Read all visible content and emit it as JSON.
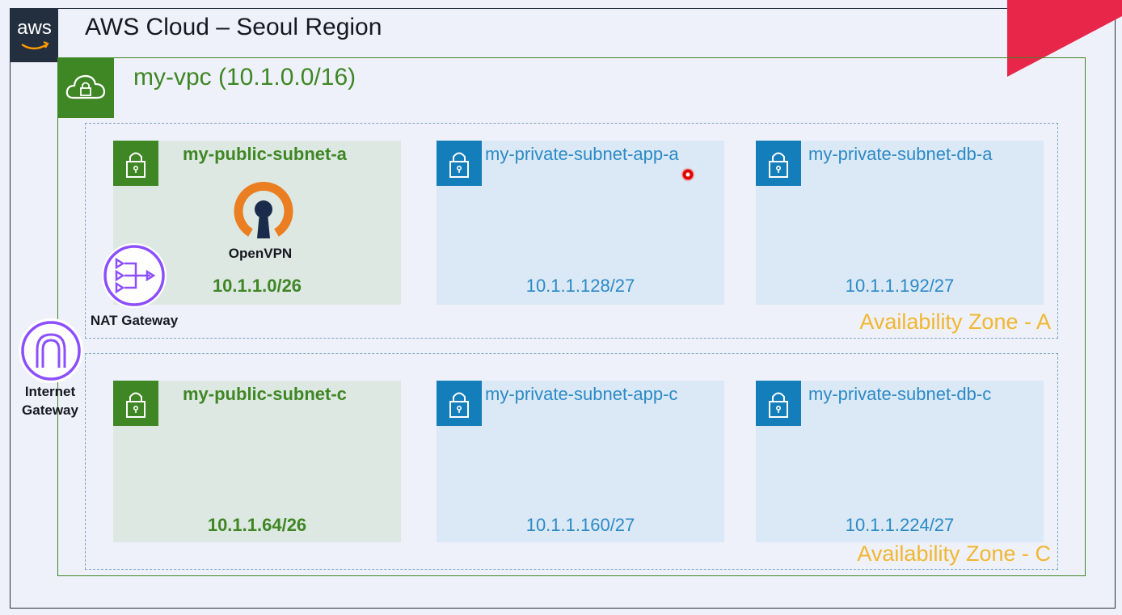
{
  "cloud": {
    "title": "AWS Cloud – Seoul Region",
    "logo_text": "aws"
  },
  "vpc": {
    "title": "my-vpc (10.1.0.0/16)"
  },
  "zones": {
    "a": {
      "label": "Availability Zone - A"
    },
    "c": {
      "label": "Availability Zone - C"
    }
  },
  "subnets": {
    "public_a": {
      "name": "my-public-subnet-a",
      "cidr": "10.1.1.0/26"
    },
    "app_a": {
      "name": "my-private-subnet-app-a",
      "cidr": "10.1.1.128/27"
    },
    "db_a": {
      "name": "my-private-subnet-db-a",
      "cidr": "10.1.1.192/27"
    },
    "public_c": {
      "name": "my-public-subnet-c",
      "cidr": "10.1.1.64/26"
    },
    "app_c": {
      "name": "my-private-subnet-app-c",
      "cidr": "10.1.1.160/27"
    },
    "db_c": {
      "name": "my-private-subnet-db-c",
      "cidr": "10.1.1.224/27"
    }
  },
  "components": {
    "openvpn": "OpenVPN",
    "nat_gateway": "NAT Gateway",
    "internet_gateway_line1": "Internet",
    "internet_gateway_line2": "Gateway"
  },
  "colors": {
    "public": "#3f8624",
    "private": "#147eba",
    "zone_label": "#f2b630",
    "gateway": "#8c4fff",
    "openvpn_orange": "#ea7e20",
    "openvpn_navy": "#1b2b4b",
    "accent_red": "#e8264a"
  },
  "icons": {
    "aws_logo": "aws-logo",
    "vpc": "cloud-lock-icon",
    "subnet": "padlock-icon",
    "nat": "nat-gateway-icon",
    "igw": "internet-gateway-icon",
    "openvpn": "openvpn-logo"
  }
}
